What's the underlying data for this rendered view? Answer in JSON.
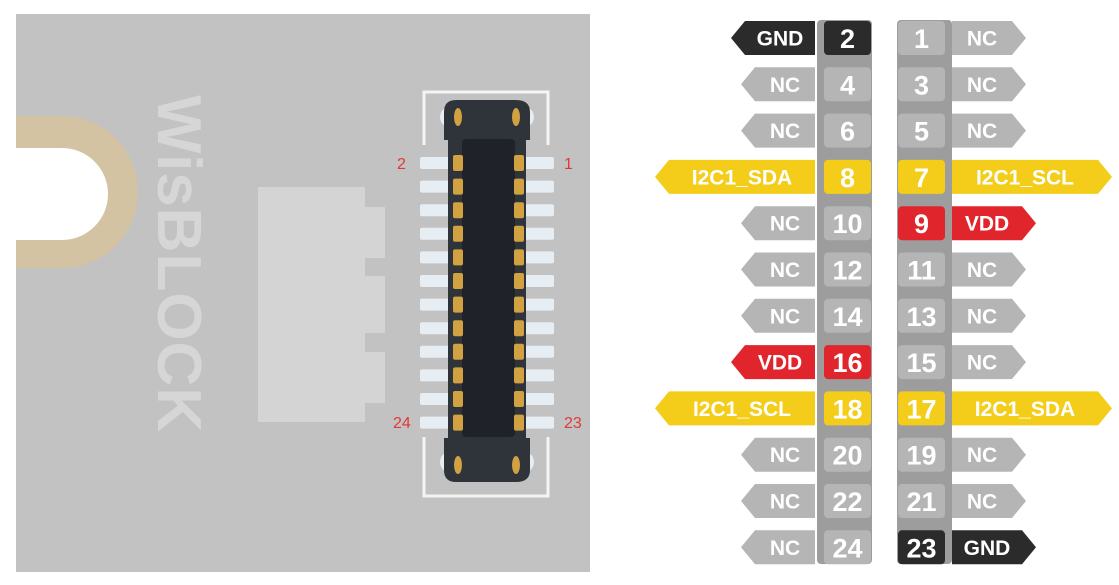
{
  "board": {
    "brand_text": "WisBLOCK",
    "connector_labels": {
      "top_left": "2",
      "top_right": "1",
      "bottom_left": "24",
      "bottom_right": "23"
    },
    "pad_rows": 12,
    "colors": {
      "board": "#c2c2c2",
      "mount_ring": "#d3c3a3",
      "connector_body": "#2f343b",
      "pad": "#d1a142",
      "trace": "#e6eef4",
      "outline": "#f4f4f4",
      "label": "#e0383b"
    }
  },
  "colors": {
    "NC": "#b5b5b5",
    "GND": "#2b2b2b",
    "VDD": "#e0262c",
    "I2C": "#f4cd1a",
    "strip": "#9d9d9d",
    "nc_pin": "#b5b5b5"
  },
  "pins_left": [
    {
      "num": "2",
      "label": "GND",
      "type": "GND"
    },
    {
      "num": "4",
      "label": "NC",
      "type": "NC"
    },
    {
      "num": "6",
      "label": "NC",
      "type": "NC"
    },
    {
      "num": "8",
      "label": "I2C1_SDA",
      "type": "I2C"
    },
    {
      "num": "10",
      "label": "NC",
      "type": "NC"
    },
    {
      "num": "12",
      "label": "NC",
      "type": "NC"
    },
    {
      "num": "14",
      "label": "NC",
      "type": "NC"
    },
    {
      "num": "16",
      "label": "VDD",
      "type": "VDD"
    },
    {
      "num": "18",
      "label": "I2C1_SCL",
      "type": "I2C"
    },
    {
      "num": "20",
      "label": "NC",
      "type": "NC"
    },
    {
      "num": "22",
      "label": "NC",
      "type": "NC"
    },
    {
      "num": "24",
      "label": "NC",
      "type": "NC"
    }
  ],
  "pins_right": [
    {
      "num": "1",
      "label": "NC",
      "type": "NC"
    },
    {
      "num": "3",
      "label": "NC",
      "type": "NC"
    },
    {
      "num": "5",
      "label": "NC",
      "type": "NC"
    },
    {
      "num": "7",
      "label": "I2C1_SCL",
      "type": "I2C"
    },
    {
      "num": "9",
      "label": "VDD",
      "type": "VDD"
    },
    {
      "num": "11",
      "label": "NC",
      "type": "NC"
    },
    {
      "num": "13",
      "label": "NC",
      "type": "NC"
    },
    {
      "num": "15",
      "label": "NC",
      "type": "NC"
    },
    {
      "num": "17",
      "label": "I2C1_SDA",
      "type": "I2C"
    },
    {
      "num": "19",
      "label": "NC",
      "type": "NC"
    },
    {
      "num": "21",
      "label": "NC",
      "type": "NC"
    },
    {
      "num": "23",
      "label": "GND",
      "type": "GND"
    }
  ]
}
